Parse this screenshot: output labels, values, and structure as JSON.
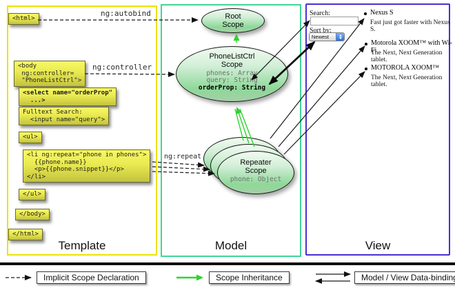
{
  "columns": {
    "template": {
      "label": "Template"
    },
    "model": {
      "label": "Model"
    },
    "view": {
      "label": "View"
    }
  },
  "template_code": {
    "html_open": "<html>",
    "body_open": "<body\n ng:controller=\n \"PhoneListCtrl\">",
    "select_tag": "<select name=\"orderProp\"\n  ...>",
    "fulltext": "Fulltext Search:\n  <input name=\"query\">",
    "ul_open": "<ul>",
    "li_repeat": "<li ng:repeat=\"phone in phones\">\n  {{phone.name}}\n  <p>{{phone.snippet}}</p>\n</li>",
    "ul_close": "</ul>",
    "body_close": "</body>",
    "html_close": "</html>"
  },
  "annotations": {
    "autobind": "ng:autobind",
    "controller": "ng:controller",
    "repeat": "ng:repeat"
  },
  "model": {
    "root_scope": {
      "title": "Root\nScope"
    },
    "phone_list_ctrl": {
      "title": "PhoneListCtrl\nScope",
      "props": "phones: Array\nquery: String",
      "bold_prop": "orderProp: String"
    },
    "repeater": {
      "title": "Repeater\nScope",
      "prop": "phone: Object"
    }
  },
  "view": {
    "search_label": "Search:",
    "search_value": "",
    "sort_label": "Sort by:",
    "sort_value": "Newest",
    "items": [
      {
        "title": "Nexus S",
        "desc": "Fast just got faster with Nexus S."
      },
      {
        "title": "Motorola XOOM™ with Wi-Fi",
        "desc": "The Next, Next Generation tablet."
      },
      {
        "title": "MOTOROLA XOOM™",
        "desc": "The Next, Next Generation tablet."
      }
    ]
  },
  "legend": {
    "implicit": "Implicit Scope Declaration",
    "inheritance": "Scope Inheritance",
    "binding": "Model / View Data-binding"
  },
  "colors": {
    "template_border": "#ece300",
    "model_border": "#3fd695",
    "view_border": "#4c2ed1",
    "code_box": "#e9e951",
    "scope_fill": "#8ed898",
    "inheritance_green": "#2fd32f"
  }
}
